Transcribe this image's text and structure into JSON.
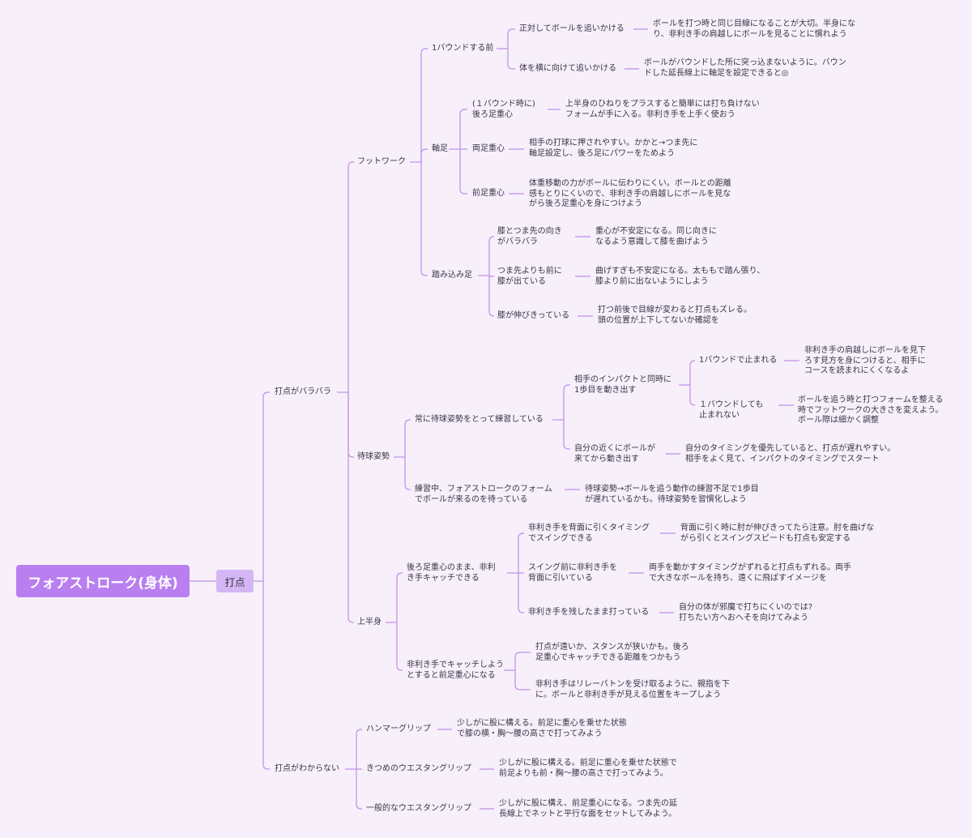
{
  "colors": {
    "background": "#f7f0fb",
    "root_fill": "#b97ff0",
    "level1_fill": "#d3b6f3",
    "line": "#c08ce8"
  },
  "root": {
    "label": "フォアストローク(身体)"
  },
  "level1": {
    "label": "打点"
  },
  "branches": [
    {
      "label": "打点がバラバラ",
      "children": [
        {
          "label": "フットワーク",
          "children": [
            {
              "label": "1バウンドする前",
              "children": [
                {
                  "label": "正対してボールを追いかける",
                  "note": "ボールを打つ時と同じ目線になることが大切。半身にな\nり、非利き手の肩越しにボールを見ることに慣れよう"
                },
                {
                  "label": "体を横に向けて追いかける",
                  "note": "ボールがバウンドした所に突っ込まないように。バウン\nドした延長線上に軸足を設定できると◎"
                }
              ]
            },
            {
              "label": "軸足",
              "children": [
                {
                  "label": "(１バウンド時に)\n後ろ足重心",
                  "note": "上半身のひねりをプラスすると簡単には打ち負けない\nフォームが手に入る。非利き手を上手く使おう"
                },
                {
                  "label": "両足重心",
                  "note": "相手の打球に押されやすい。かかと→つま先に\n軸足設定し、後ろ足にパワーをためよう"
                },
                {
                  "label": "前足重心",
                  "note": "体重移動の力がボールに伝わりにくい。ボールとの距離\n感もとりにくいので、非利き手の肩越しにボールを見な\nがら後ろ足重心を身につけよう"
                }
              ]
            },
            {
              "label": "踏み込み足",
              "children": [
                {
                  "label": "膝とつま先の向き\nがバラバラ",
                  "note": "重心が不安定になる。同じ向きに\nなるよう意識して膝を曲げよう"
                },
                {
                  "label": "つま先よりも前に\n膝が出ている",
                  "note": "曲げすぎも不安定になる。太ももで踏ん張り、\n膝より前に出ないようにしよう"
                },
                {
                  "label": "膝が伸びきっている",
                  "note": "打つ前後で目線が変わると打点もズレる。\n頭の位置が上下してないか確認を"
                }
              ]
            }
          ]
        },
        {
          "label": "待球姿勢",
          "children": [
            {
              "label": "常に待球姿勢をとって練習している",
              "children": [
                {
                  "label": "相手のインパクトと同時に\n1歩目を動き出す",
                  "children": [
                    {
                      "label": "1バウンドで止まれる",
                      "note": "非利き手の肩越しにボールを見下\nろす見方を身につけると、相手に\nコースを読まれにくくなるよ"
                    },
                    {
                      "label": "１バウンドしても\n止まれない",
                      "note": "ボールを追う時と打つフォームを整える\n時でフットワークの大きさを変えよう。\nボール際は細かく調整"
                    }
                  ]
                },
                {
                  "label": "自分の近くにボールが\n来てから動き出す",
                  "note": "自分のタイミングを優先していると、打点が遅れやすい。\n相手をよく見て、インパクトのタイミングでスタート"
                }
              ]
            },
            {
              "label": "練習中、フォアストロークのフォーム\nでボールが来るのを待っている",
              "note": "待球姿勢→ボールを追う動作の練習不足で1歩目\nが遅れているかも。待球姿勢を習慣化しよう"
            }
          ]
        },
        {
          "label": "上半身",
          "children": [
            {
              "label": "後ろ足重心のまま、非利\nき手キャッチできる",
              "children": [
                {
                  "label": "非利き手を背面に引くタイミング\nでスイングできる",
                  "note": "背面に引く時に肘が伸びきってたら注意。肘を曲げな\nがら引くとスイングスピードも打点も安定する"
                },
                {
                  "label": "スイング前に非利き手を\n背面に引いている",
                  "note": "両手を動かすタイミングがずれると打点もずれる。両手\nで大きなボールを持ち、遠くに飛ばすイメージを"
                },
                {
                  "label": "非利き手を残したまま打っている",
                  "note": "自分の体が邪魔で打ちにくいのでは?\n打ちたい方へおへそを向けてみよう"
                }
              ]
            },
            {
              "label": "非利き手でキャッチしよう\nとすると前足重心になる",
              "children": [
                {
                  "label": "打点が遠いか、スタンスが狭いかも。後ろ\n足重心でキャッチできる距離をつかもう"
                },
                {
                  "label": "非利き手はリレーバトンを受け取るように、親指を下\nに。ボールと非利き手が見える位置をキープしよう"
                }
              ]
            }
          ]
        }
      ]
    },
    {
      "label": "打点がわからない",
      "children": [
        {
          "label": "ハンマーグリップ",
          "note": "少しがに股に構える。前足に重心を乗せた状態\nで膝の横・胸〜腰の高さで打ってみよう"
        },
        {
          "label": "きつめのウエスタングリップ",
          "note": "少しがに股に構える。前足に重心を乗せた状態で\n前足よりも前・胸〜腰の高さで打ってみよう。"
        },
        {
          "label": "一般的なウエスタングリップ",
          "note": "少しがに股に構え、前足重心になる。つま先の延\n長線上でネットと平行な面をセットしてみよう。"
        }
      ]
    }
  ]
}
